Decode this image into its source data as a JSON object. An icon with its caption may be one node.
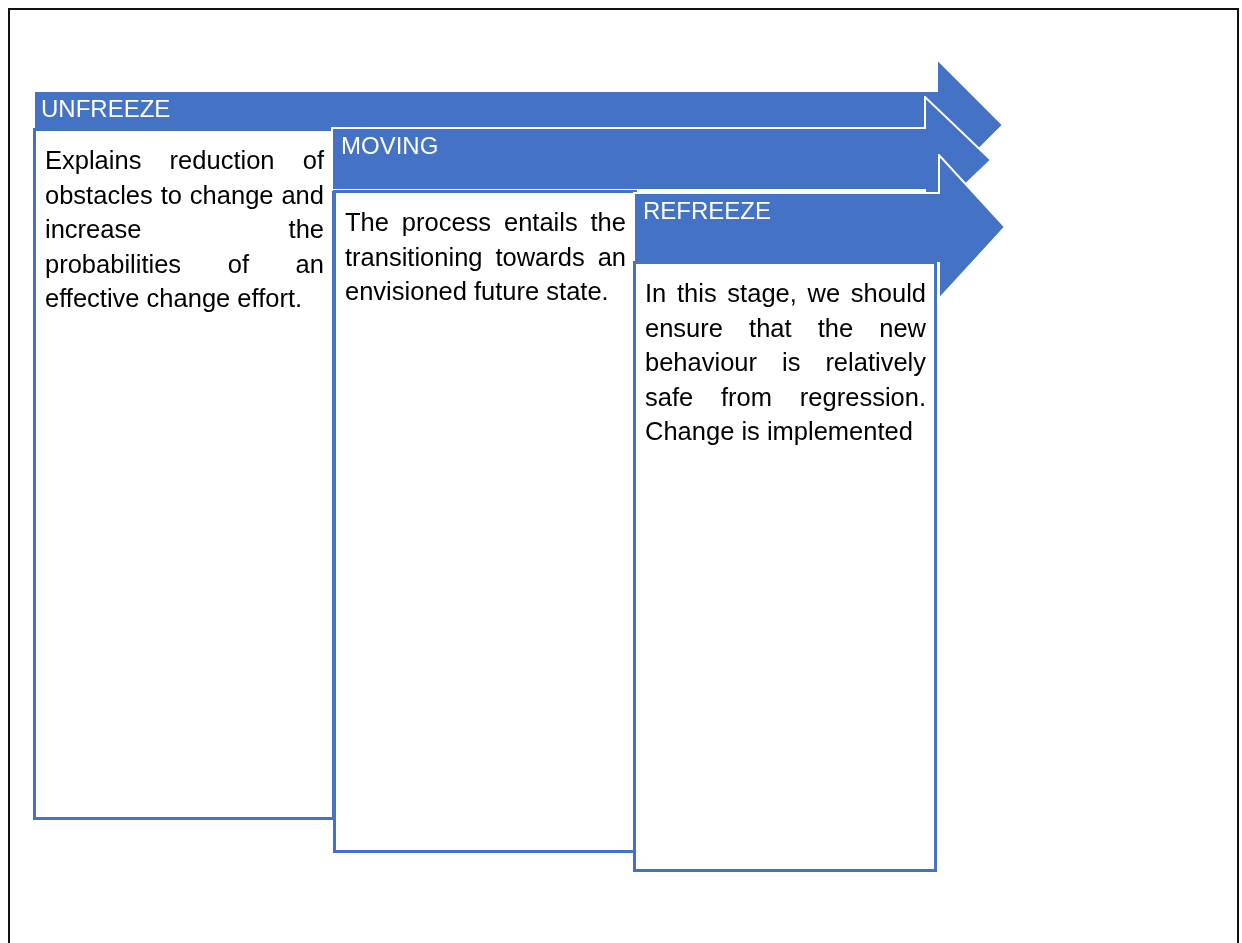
{
  "diagram": {
    "nodes": [
      {
        "text": [
          "UNFREEZE"
        ]
      },
      {
        "text": [
          "Explains reduction of obstacles to change and increase the probabilities of an effective change effort."
        ]
      },
      {
        "text": [
          "MOVING"
        ]
      },
      {
        "text": [
          "The process entails the transitioning towards an envisioned future state."
        ]
      },
      {
        "text": [
          "REFREEZE"
        ]
      },
      {
        "text": [
          "In this stage, we should ensure that the new behaviour is relatively safe from regression. Change is implemented"
        ]
      }
    ]
  }
}
